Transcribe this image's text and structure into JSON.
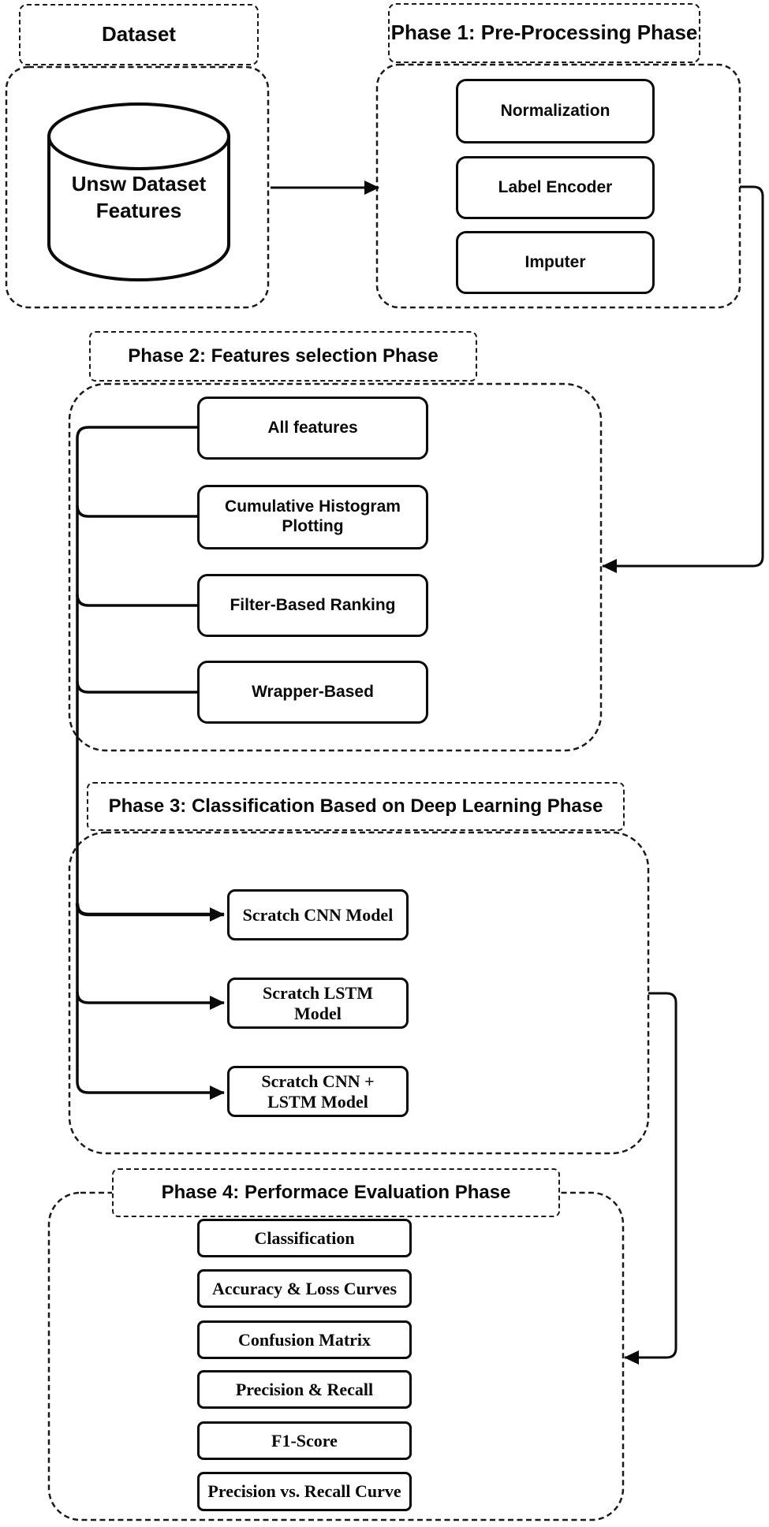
{
  "diagram": {
    "dataset": {
      "label": "Dataset",
      "cylinder": {
        "line1": "Unsw Dataset",
        "line2": "Features"
      }
    },
    "phases": [
      {
        "title": "Phase 1: Pre-Processing Phase",
        "boxes": [
          "Normalization",
          "Label Encoder",
          "Imputer"
        ]
      },
      {
        "title": "Phase 2: Features selection Phase",
        "boxes": [
          "All features",
          "Cumulative Histogram Plotting",
          "Filter-Based Ranking",
          "Wrapper-Based"
        ]
      },
      {
        "title": "Phase 3: Classification Based on Deep Learning Phase",
        "boxes": [
          "Scratch CNN Model",
          "Scratch LSTM Model",
          "Scratch CNN + LSTM Model"
        ]
      },
      {
        "title": "Phase 4: Performace Evaluation Phase",
        "boxes": [
          "Classification",
          "Accuracy & Loss Curves",
          "Confusion Matrix",
          "Precision & Recall",
          "F1-Score",
          "Precision vs. Recall Curve"
        ]
      }
    ],
    "colors": {
      "stroke": "#0a0a0a",
      "background": "#ffffff"
    }
  }
}
